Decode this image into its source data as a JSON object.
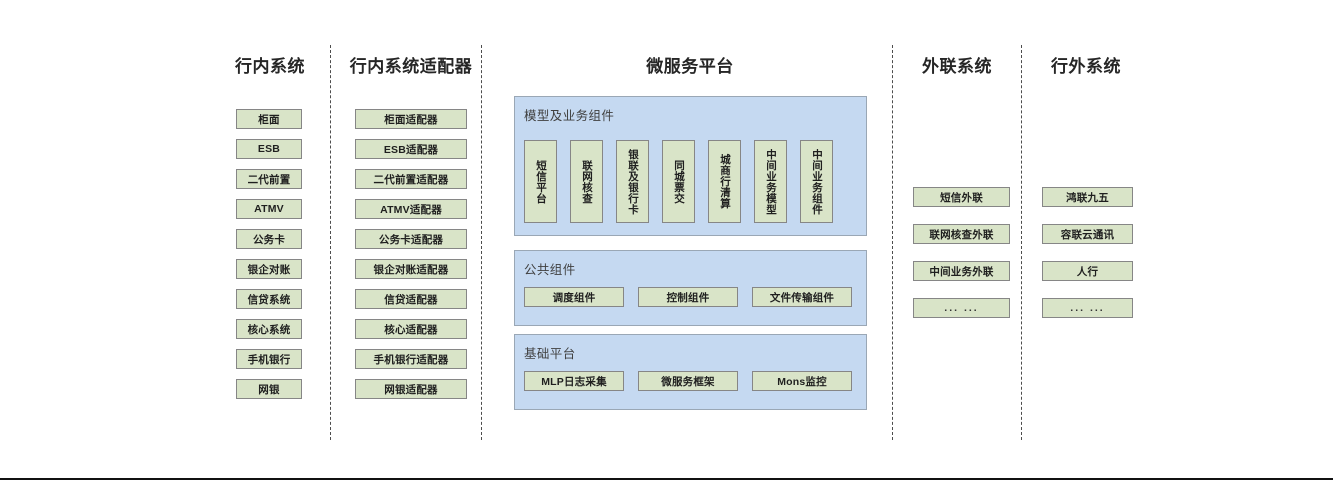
{
  "diagram": {
    "columns": [
      {
        "id": "in-bank-systems",
        "title": "行内系统"
      },
      {
        "id": "in-bank-adapters",
        "title": "行内系统适配器"
      },
      {
        "id": "microservice",
        "title": "微服务平台"
      },
      {
        "id": "external-link",
        "title": "外联系统"
      },
      {
        "id": "outside-bank",
        "title": "行外系统"
      }
    ],
    "in_bank_systems": [
      "柜面",
      "ESB",
      "二代前置",
      "ATMV",
      "公务卡",
      "银企对账",
      "信贷系统",
      "核心系统",
      "手机银行",
      "网银"
    ],
    "in_bank_adapters": [
      "柜面适配器",
      "ESB适配器",
      "二代前置适配器",
      "ATMV适配器",
      "公务卡适配器",
      "银企对账适配器",
      "信贷适配器",
      "核心适配器",
      "手机银行适配器",
      "网银适配器"
    ],
    "microservice_panels": [
      {
        "id": "model-business-components",
        "label": "模型及业务组件",
        "orientation": "vertical",
        "items": [
          "短信平台",
          "联网核查",
          "银联及银行卡",
          "同城票交",
          "城商行清算",
          "中间业务模型",
          "中间业务组件"
        ]
      },
      {
        "id": "public-components",
        "label": "公共组件",
        "orientation": "horizontal",
        "items": [
          "调度组件",
          "控制组件",
          "文件传输组件"
        ]
      },
      {
        "id": "base-platform",
        "label": "基础平台",
        "orientation": "horizontal",
        "items": [
          "MLP日志采集",
          "微服务框架",
          "Mons监控"
        ]
      }
    ],
    "external_link_systems": [
      "短信外联",
      "联网核查外联",
      "中间业务外联",
      "... ..."
    ],
    "outside_bank_systems": [
      "鸿联九五",
      "容联云通讯",
      "人行",
      "... ..."
    ],
    "colors": {
      "node_fill": "#d9e4c8",
      "node_border": "#868686",
      "panel_fill": "#c5d9f1",
      "panel_border": "#9aa7b5",
      "divider": "#4d4d4d",
      "title_text": "#262626",
      "panel_label_text": "#404040",
      "background": "#ffffff"
    }
  }
}
